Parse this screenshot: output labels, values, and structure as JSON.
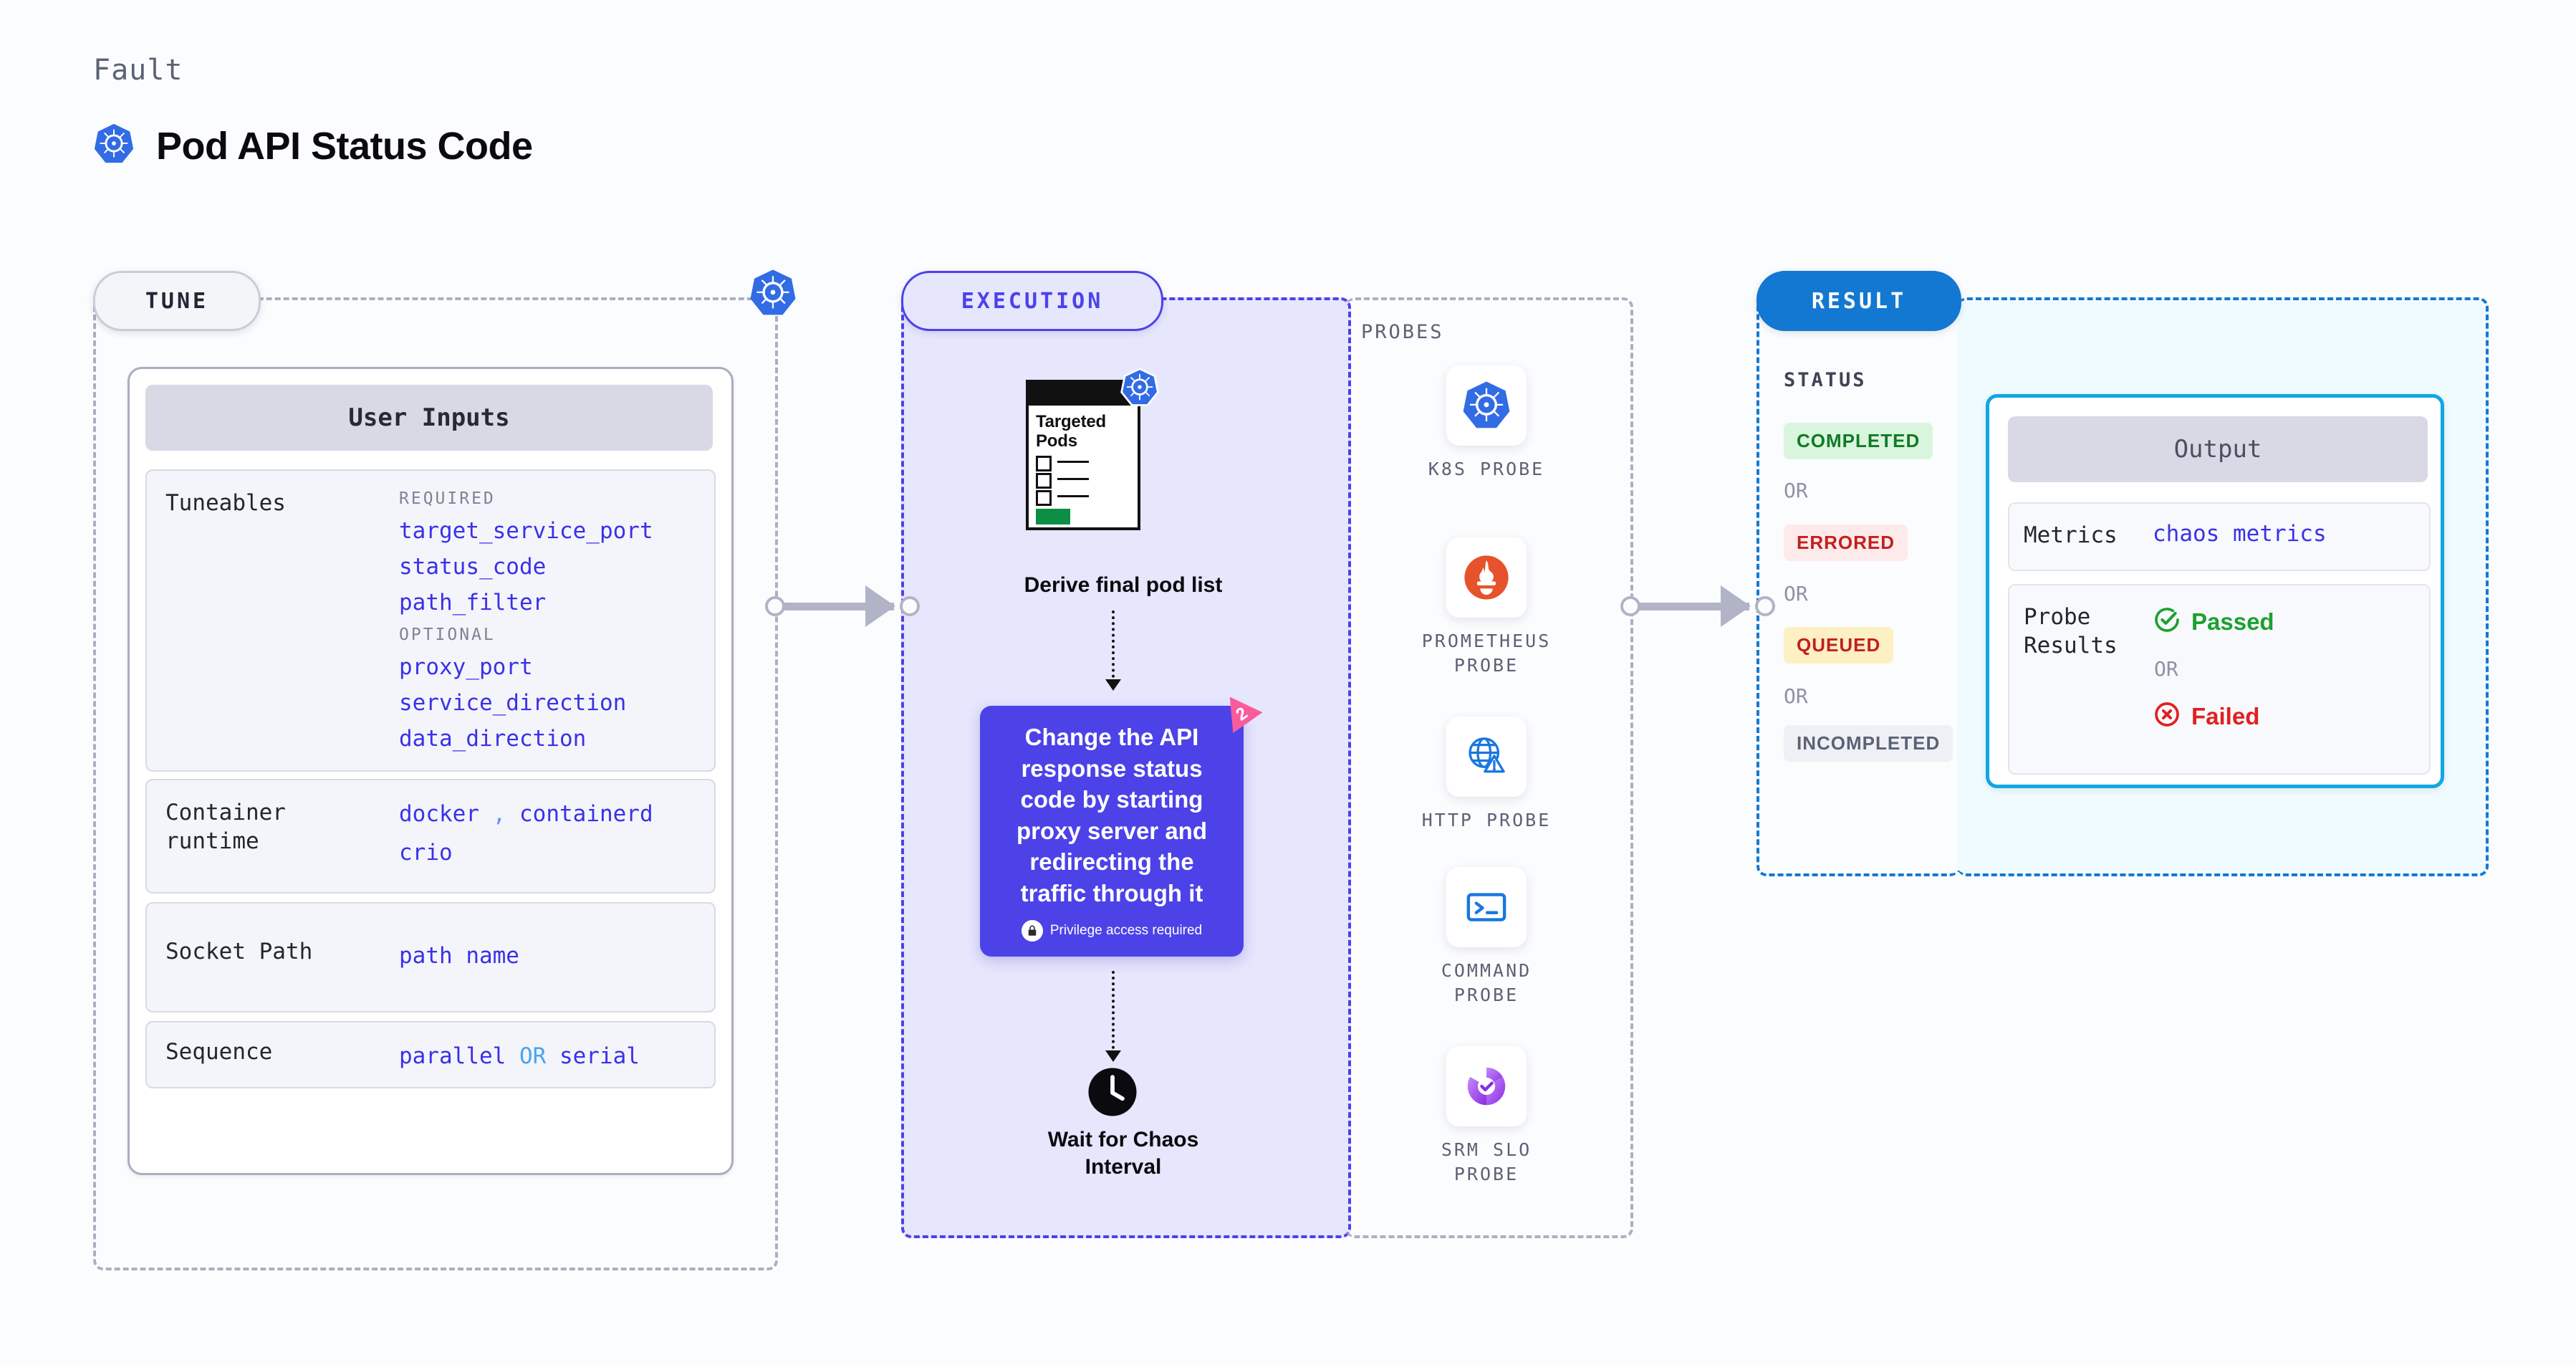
{
  "header": {
    "eyebrow": "Fault",
    "title": "Pod API Status Code",
    "icon": "kubernetes-icon"
  },
  "stages": {
    "tune": "TUNE",
    "execution": "EXECUTION",
    "result": "RESULT"
  },
  "tune": {
    "card_title": "User Inputs",
    "tuneables": {
      "key": "Tuneables",
      "required_label": "REQUIRED",
      "required": [
        "target_service_port",
        "status_code",
        "path_filter"
      ],
      "optional_label": "OPTIONAL",
      "optional": [
        "proxy_port",
        "service_direction",
        "data_direction"
      ]
    },
    "runtime": {
      "key_line1": "Container",
      "key_line2": "runtime",
      "values_line1": "docker",
      "separator": ",",
      "values_line2": "containerd",
      "values_line3": "crio"
    },
    "socket": {
      "key": "Socket Path",
      "value": "path name"
    },
    "sequence": {
      "key": "Sequence",
      "value_a": "parallel",
      "or": "OR",
      "value_b": "serial"
    }
  },
  "execution": {
    "doc": {
      "title_line1": "Targeted",
      "title_line2": "Pods",
      "badge_icon": "kubernetes-icon"
    },
    "derive_caption": "Derive final pod list",
    "action_card": {
      "text": "Change the API response status code by starting proxy server and redirecting the traffic through it",
      "privilege_note": "Privilege access required",
      "privilege_icon": "lock-icon",
      "badge_number": "2",
      "color": "#4C42E8",
      "badge_color": "#FA5C9B"
    },
    "wait": {
      "icon": "clock-icon",
      "caption_line1": "Wait for Chaos",
      "caption_line2": "Interval"
    }
  },
  "probes": {
    "label": "PROBES",
    "items": [
      {
        "icon": "kubernetes-icon",
        "label_line1": "K8S PROBE",
        "label_line2": ""
      },
      {
        "icon": "prometheus-icon",
        "label_line1": "PROMETHEUS",
        "label_line2": "PROBE"
      },
      {
        "icon": "globe-warning-icon",
        "label_line1": "HTTP PROBE",
        "label_line2": ""
      },
      {
        "icon": "terminal-icon",
        "label_line1": "COMMAND",
        "label_line2": "PROBE"
      },
      {
        "icon": "srm-slo-icon",
        "label_line1": "SRM SLO",
        "label_line2": "PROBE"
      }
    ]
  },
  "result": {
    "status_label": "STATUS",
    "or": "OR",
    "badges": [
      {
        "text": "COMPLETED",
        "bg": "#DAF5DE",
        "fg": "#117A26"
      },
      {
        "text": "ERRORED",
        "bg": "#FDEAEA",
        "fg": "#C2201D"
      },
      {
        "text": "QUEUED",
        "bg": "#FDF0C3",
        "fg": "#C2201D"
      },
      {
        "text": "INCOMPLETED",
        "bg": "#EEF0F5",
        "fg": "#5B6274"
      }
    ]
  },
  "output": {
    "card_title": "Output",
    "metrics": {
      "key": "Metrics",
      "value": "chaos metrics"
    },
    "probe_results": {
      "key_line1": "Probe",
      "key_line2": "Results",
      "passed": "Passed",
      "or": "OR",
      "failed": "Failed",
      "passed_color": "#1BA12E",
      "failed_color": "#E02020"
    }
  }
}
